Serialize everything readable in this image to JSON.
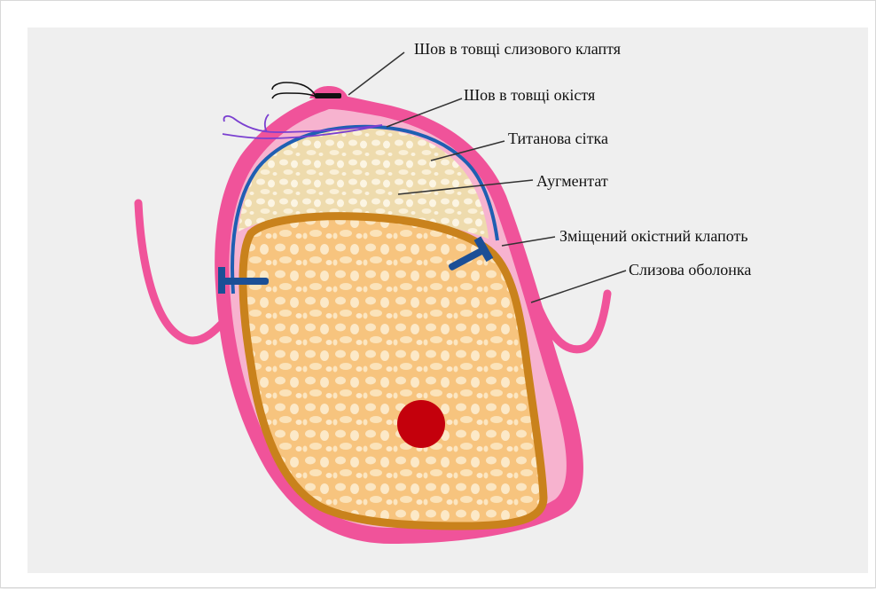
{
  "labels": {
    "mucosal_flap_suture": "Шов в товщі слизового клаптя",
    "periosteum_suture": "Шов в товщі окістя",
    "titanium_mesh": "Титанова сітка",
    "augmentate": "Аугментат",
    "displaced_periosteal_flap": "Зміщений окістний клапоть",
    "mucous_membrane": "Слизова оболонка"
  },
  "colors": {
    "mucosa": "#f0539a",
    "mucosa_light": "#f7b3cf",
    "bone_fill": "#f7c47e",
    "bone_border": "#c9821c",
    "augmentate_fill": "#f3e4bf",
    "mesh": "#1f5fb2",
    "screw": "#1b4f96",
    "canal": "#c4000c",
    "periosteum_thread": "#7a3fd0",
    "suture_thread": "#111111"
  }
}
